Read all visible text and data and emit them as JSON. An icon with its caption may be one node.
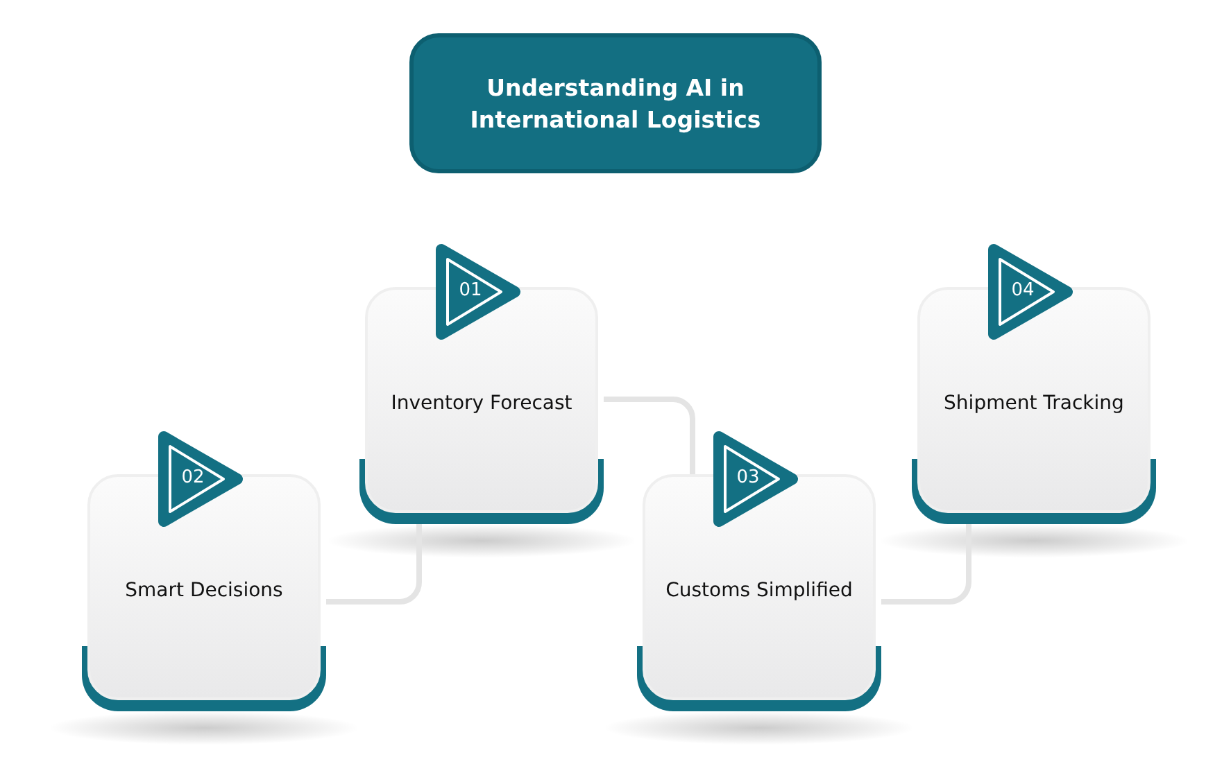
{
  "diagram": {
    "nodes": [
      {
        "text": [
          "Understanding AI in International Logistics"
        ]
      },
      {
        "text": [
          "01",
          "Inventory Forecast"
        ]
      },
      {
        "text": [
          "02",
          "Smart Decisions"
        ]
      },
      {
        "text": [
          "03",
          "Customs Simplified"
        ]
      },
      {
        "text": [
          "04",
          "Shipment Tracking"
        ]
      }
    ],
    "edges": [
      {
        "from": 1,
        "to": 2,
        "arrow": "none"
      },
      {
        "from": 1,
        "to": 3,
        "arrow": "none"
      },
      {
        "from": 3,
        "to": 4,
        "arrow": "none"
      }
    ]
  }
}
